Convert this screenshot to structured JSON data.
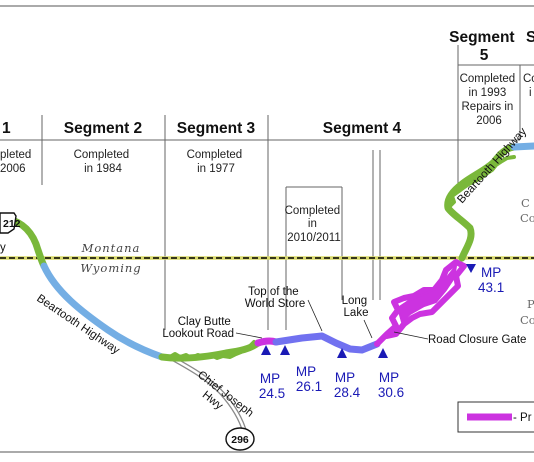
{
  "segments": [
    {
      "title": "1",
      "note_lines": [
        "pleted",
        "2006"
      ]
    },
    {
      "title": "Segment 2",
      "note_lines": [
        "Completed",
        "in 1984"
      ]
    },
    {
      "title": "Segment 3",
      "note_lines": [
        "Completed",
        "in 1977"
      ]
    },
    {
      "title": "Segment 4",
      "note_lines": [
        "Completed",
        "in",
        "2010/2011"
      ]
    },
    {
      "title_lines": [
        "Segment",
        "5"
      ],
      "note_lines": [
        "Completed",
        "in 1993",
        "Repairs in",
        "2006"
      ]
    },
    {
      "title": "S",
      "note_lines": [
        "Co",
        "i"
      ]
    }
  ],
  "states": {
    "upper": "Montana",
    "lower": "Wyoming"
  },
  "road_labels": {
    "beartooth_lower": "Beartooth Highway",
    "beartooth_upper": "Beartooth Highway",
    "clay_butte": [
      "Clay Butte",
      "Lookout Road"
    ],
    "top_of_world": [
      "Top of the",
      "World Store"
    ],
    "long_lake": [
      "Long",
      "Lake"
    ],
    "road_closure": "Road Closure Gate",
    "chief_joseph": [
      "Chief Joseph",
      "Hwy"
    ],
    "highway_left_fragment": "y"
  },
  "shields": {
    "us212": "212",
    "wy296": "296"
  },
  "mileposts": [
    {
      "label": "MP",
      "value": "24.5"
    },
    {
      "label": "MP",
      "value": "26.1"
    },
    {
      "label": "MP",
      "value": "28.4"
    },
    {
      "label": "MP",
      "value": "30.6"
    },
    {
      "label": "MP",
      "value": "43.1"
    }
  ],
  "county_fragments": {
    "upper_line1": "C",
    "upper_line2": "Co",
    "lower_line1": "P",
    "lower_line2": "Co"
  },
  "legend": {
    "label": "- Pr"
  },
  "colors": {
    "green": "#7ab83a",
    "light_blue": "#74aee4",
    "periwinkle": "#7171f0",
    "magenta": "#cc33e0",
    "milepost_text": "#1a1ab5",
    "state_line": "#000000",
    "state_line_dash": "#d9d96a"
  }
}
